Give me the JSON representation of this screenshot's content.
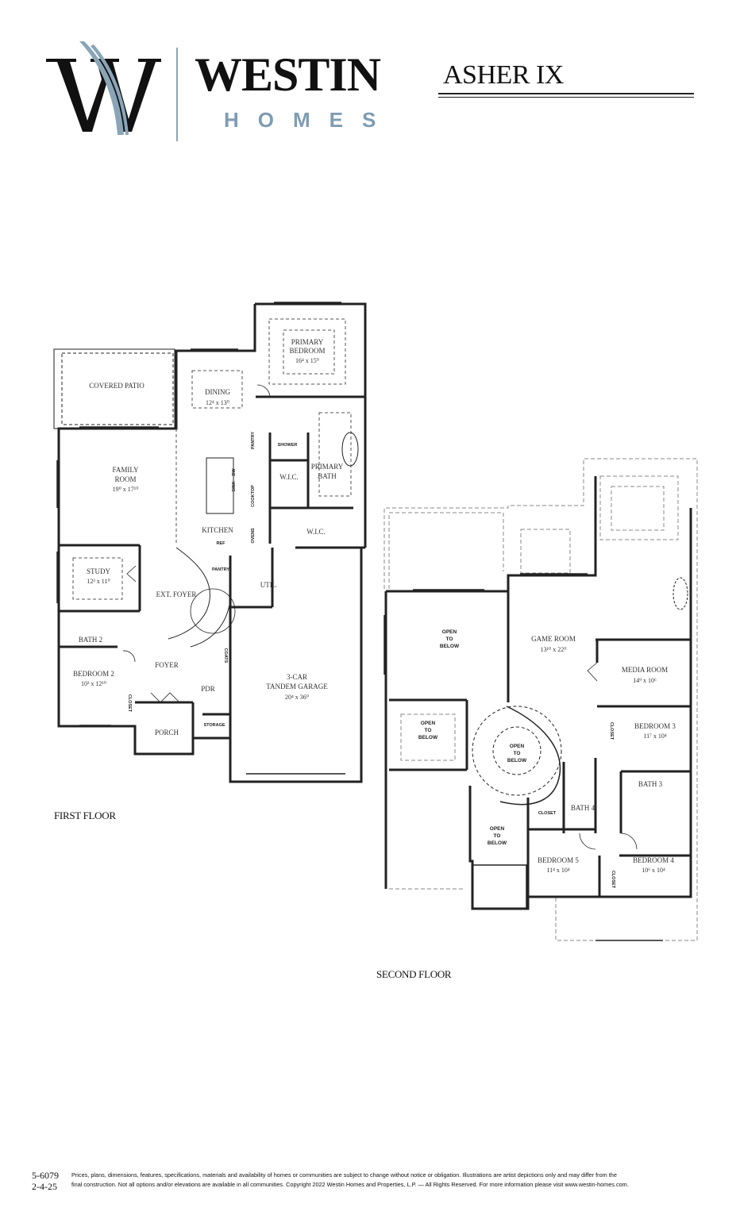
{
  "header": {
    "brand_name": "WESTIN",
    "brand_sub": "HOMES",
    "plan_name": "ASHER IX",
    "colors": {
      "brand_dark": "#111111",
      "brand_blue": "#7f9cb3"
    }
  },
  "first_floor": {
    "label": "FIRST FLOOR",
    "rooms": {
      "covered_patio": {
        "name": "COVERED PATIO"
      },
      "dining": {
        "name": "DINING",
        "dims": "12⁴ x 13⁰"
      },
      "primary_bedroom": {
        "name_line1": "PRIMARY",
        "name_line2": "BEDROOM",
        "dims": "16⁴ x 15⁰"
      },
      "family_room": {
        "name_line1": "FAMILY",
        "name_line2": "ROOM",
        "dims": "19⁰ x 17¹⁰"
      },
      "kitchen": {
        "name": "KITCHEN"
      },
      "primary_bath": {
        "name_line1": "PRIMARY",
        "name_line2": "BATH"
      },
      "shower": {
        "name": "SHOWER"
      },
      "wic_1": {
        "name": "W.I.C."
      },
      "wic_2": {
        "name": "W.I.C."
      },
      "study": {
        "name": "STUDY",
        "dims": "12³ x 11⁰"
      },
      "ext_foyer": {
        "name": "EXT. FOYER"
      },
      "util": {
        "name": "UTIL"
      },
      "bath_2": {
        "name": "BATH 2"
      },
      "bedroom_2": {
        "name": "BEDROOM 2",
        "dims": "10³ x 12¹⁰"
      },
      "foyer": {
        "name": "FOYER"
      },
      "pdr": {
        "name": "PDR"
      },
      "garage": {
        "name_line1": "3-CAR",
        "name_line2": "TANDEM GARAGE",
        "dims": "20⁴ x 36⁰"
      },
      "porch": {
        "name": "PORCH"
      },
      "storage": {
        "name": "STORAGE"
      }
    },
    "fixtures": {
      "pantry": "PANTRY",
      "pantry_2": "PANTRY",
      "cooktop": "COOKTOP",
      "ovens": "OVENS",
      "sink": "SINK",
      "dw": "DW",
      "ref": "REF",
      "coats": "COATS",
      "closet": "CLOSET"
    }
  },
  "second_floor": {
    "label": "SECOND FLOOR",
    "rooms": {
      "open_to_below_1": {
        "l1": "OPEN",
        "l2": "TO",
        "l3": "BELOW"
      },
      "open_to_below_2": {
        "l1": "OPEN",
        "l2": "TO",
        "l3": "BELOW"
      },
      "open_to_below_3": {
        "l1": "OPEN",
        "l2": "TO",
        "l3": "BELOW"
      },
      "open_to_below_4": {
        "l1": "OPEN",
        "l2": "TO",
        "l3": "BELOW"
      },
      "game_room": {
        "name": "GAME ROOM",
        "dims": "13¹⁰ x 22⁰"
      },
      "media_room": {
        "name": "MEDIA ROOM",
        "dims": "14⁹ x 10⁶"
      },
      "bedroom_3": {
        "name": "BEDROOM 3",
        "dims": "11⁷ x 10⁴"
      },
      "bath_3": {
        "name": "BATH 3"
      },
      "bath_4": {
        "name": "BATH 4"
      },
      "bedroom_5": {
        "name": "BEDROOM 5",
        "dims": "11⁴ x 10⁴"
      },
      "bedroom_4": {
        "name": "BEDROOM 4",
        "dims": "10⁶ x 10⁴"
      }
    },
    "fixtures": {
      "closet_1": "CLOSET",
      "closet_2": "CLOSET",
      "closet_3": "CLOSET"
    }
  },
  "footer": {
    "plan_code": "5-6079",
    "date": "2-4-25",
    "disclaimer_line1": "Prices, plans, dimensions, features, specifications, materials and availability of homes or communities are subject to change without notice or obligation.  Illustrations are artist depictions only and may differ from the",
    "disclaimer_line2": "final construction.  Not all options and/or elevations are available in all communities.  Copyright 2022 Westin Homes and Properties, L.P. — All Rights Reserved.  For more information please visit www.westin-homes.com."
  }
}
